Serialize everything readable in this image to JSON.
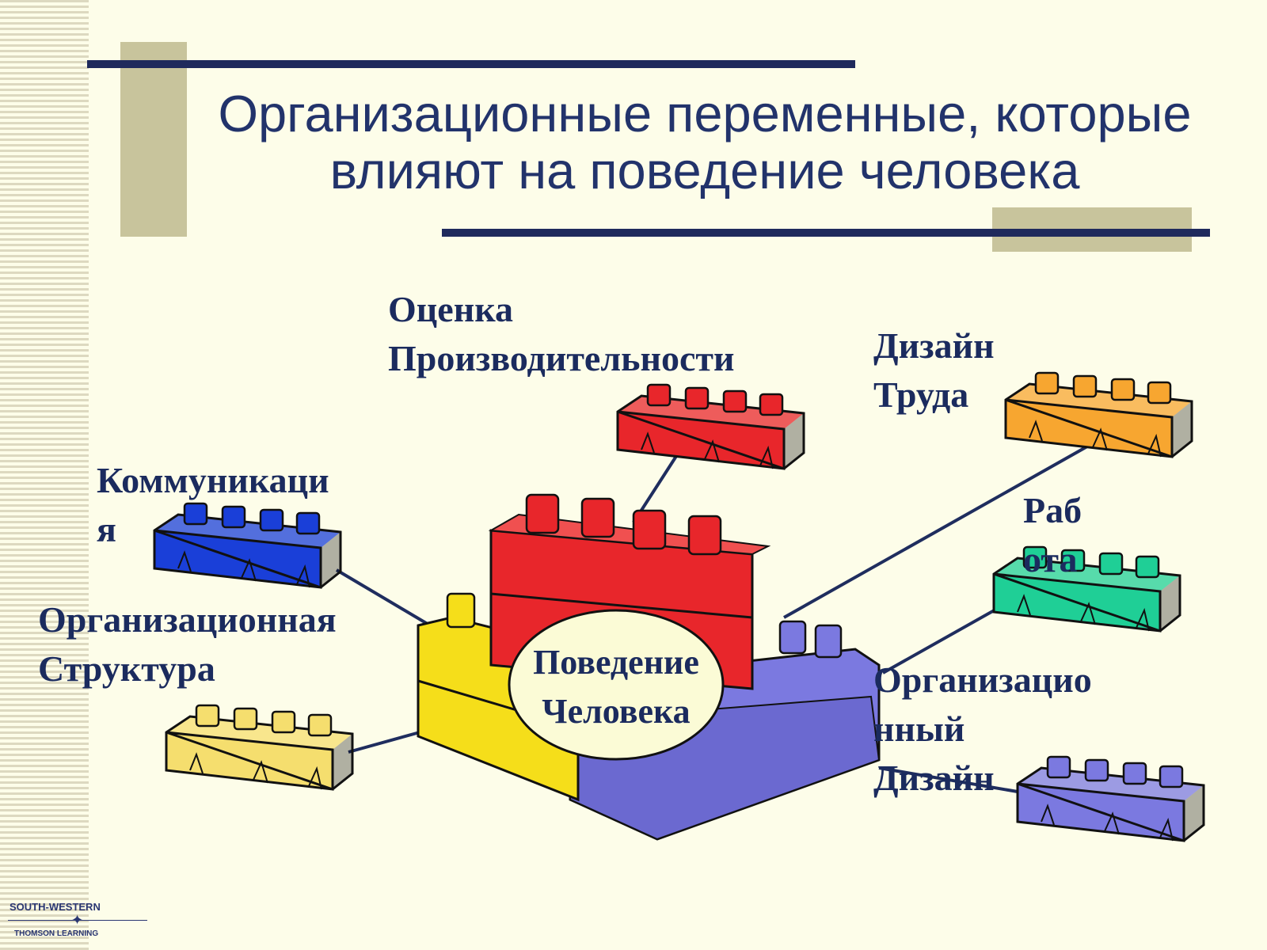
{
  "slide": {
    "title_line1": "Организационные переменные, которые",
    "title_line2": "влияют на поведение человека"
  },
  "center": {
    "line1": "Поведение",
    "line2": "Человека"
  },
  "blocks": {
    "performance": {
      "line1": "Оценка",
      "line2": "Производительности",
      "color": "#e8262b"
    },
    "job_design": {
      "line1": "Дизайн",
      "line2": "Труда",
      "color": "#f7a630"
    },
    "communication": {
      "line1": "Коммуникаци",
      "line2": "я",
      "color": "#1a3fd8"
    },
    "work": {
      "line1": "Раб",
      "line2": "ота",
      "color": "#1fcf96"
    },
    "org_structure": {
      "line1": "Организационная",
      "line2": "Структура",
      "color": "#f5de6e"
    },
    "org_design": {
      "line1": "Организацио",
      "line2": "нный",
      "line3": "Дизайн",
      "color": "#7b79e0"
    }
  },
  "logo": {
    "line1": "SOUTH-WESTERN",
    "line2": "THOMSON LEARNING"
  }
}
